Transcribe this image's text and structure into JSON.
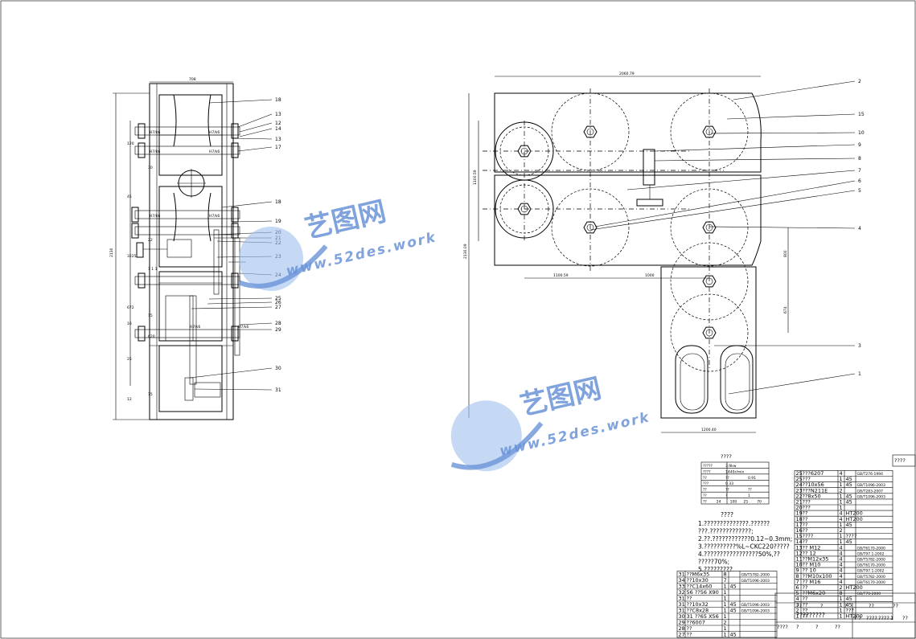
{
  "drawing": {
    "left_view": {
      "dim_top": "708",
      "dim_left": "2130",
      "small_dims": [
        "120",
        "30",
        "45",
        "22",
        "3225",
        "1 1 1",
        "672",
        "15",
        "16",
        "620",
        "25",
        "15",
        "12"
      ],
      "tolerances": [
        "H7/k6",
        "H7/k6",
        "H7/k6",
        "H7/k6",
        "H7/k6",
        "H7/k6",
        "H7/k6",
        "H7/k6"
      ],
      "callouts": [
        "18",
        "13",
        "12",
        "14",
        "13",
        "17",
        "18",
        "19",
        "20",
        "21",
        "22",
        "23",
        "24",
        "25",
        "26",
        "27",
        "28",
        "29",
        "30",
        "31"
      ]
    },
    "right_view": {
      "dim_top": "2060.79",
      "dim_left": "2130.09",
      "dim_left2": "1100.59",
      "dim_h1": "1100.59",
      "dim_h2": "1000",
      "dim_right1": "800",
      "dim_right2": "674",
      "dim_bottom": "1200.40",
      "callouts": [
        "2",
        "15",
        "10",
        "9",
        "8",
        "7",
        "6",
        "5",
        "4",
        "3",
        "1"
      ]
    }
  },
  "spec_table": {
    "title": "????",
    "rows": [
      [
        "?????",
        "3.9kw",
        ""
      ],
      [
        "????",
        "1440r/min",
        ""
      ],
      [
        "??",
        "??",
        "0.91"
      ],
      [
        "???",
        "0.33",
        ""
      ],
      [
        "??",
        "??",
        "??"
      ],
      [
        "??",
        "?",
        "1"
      ],
      [
        "??",
        "24",
        "100",
        "25",
        "70"
      ]
    ]
  },
  "notes": {
    "title": "????",
    "lines": [
      "1.??????????????.??????",
      "  ???.?????????????;",
      "2.??.????????????0.12~0.3mm;",
      "3.??????????%L~CKC220?????",
      "4.?????????????????50%,??",
      "  ?????70%;",
      "5.?????????"
    ]
  },
  "parts_left": [
    [
      "31",
      "??M6x35",
      "8",
      "",
      "GB/T5782-2000"
    ],
    [
      "34",
      "??10x30",
      "7",
      "",
      "GB/T1096-2003"
    ],
    [
      "33",
      "??C14x60",
      "1",
      "45",
      ""
    ],
    [
      "32",
      "56 ??56 X90",
      "1",
      "",
      ""
    ],
    [
      "31",
      "??",
      "1",
      "",
      ""
    ],
    [
      "31",
      "??10x32",
      "1",
      "45",
      "GB/T1096-2003"
    ],
    [
      "31",
      "??C8x28",
      "1",
      "45",
      "GB/T1096-2003"
    ],
    [
      "30",
      "31 ??65 X56",
      "1",
      "",
      ""
    ],
    [
      "29",
      "??6007",
      "2",
      "",
      ""
    ],
    [
      "28",
      "??",
      "1",
      "",
      ""
    ],
    [
      "27",
      "??",
      "1",
      "45",
      ""
    ]
  ],
  "parts_right": [
    [
      "25",
      "???6207",
      "4",
      "",
      "GB/T276-1994"
    ],
    [
      "25",
      "???",
      "1",
      "45",
      ""
    ],
    [
      "24",
      "??10x56",
      "1",
      "45",
      "GB/T1096-2003"
    ],
    [
      "23",
      "???N211E",
      "2",
      "",
      "GB/T283-2007"
    ],
    [
      "22",
      "??8x50",
      "1",
      "45",
      "GB/T1096-2003"
    ],
    [
      "21",
      "???",
      "1",
      "45",
      ""
    ],
    [
      "20",
      "???",
      "1",
      "",
      ""
    ],
    [
      "19",
      "??",
      "4",
      "HT200",
      ""
    ],
    [
      "18",
      "??",
      "4",
      "HT200",
      ""
    ],
    [
      "17",
      "??",
      "1",
      "45",
      ""
    ],
    [
      "16",
      "??",
      "2",
      "",
      ""
    ],
    [
      "15",
      "????",
      "1",
      "????",
      ""
    ],
    [
      "14",
      "??",
      "1",
      "45",
      ""
    ],
    [
      "13",
      "?? M12",
      "4",
      "",
      "GB/T6170-2000"
    ],
    [
      "12",
      "?? 12",
      "4",
      "",
      "GB/T97.1-2002"
    ],
    [
      "11",
      "??M12x35",
      "4",
      "",
      "GB/T5782-2000"
    ],
    [
      "10",
      "?? M10",
      "4",
      "",
      "GB/T6170-2000"
    ],
    [
      "9",
      "?? 10",
      "4",
      "",
      "GB/T97.1-2002"
    ],
    [
      "8",
      "??M10x100",
      "4",
      "",
      "GB/T5782-2000"
    ],
    [
      "7",
      "?? M16",
      "4",
      "",
      "GB/T6170-2000"
    ],
    [
      "6",
      "??",
      "2",
      "HT200",
      ""
    ],
    [
      "5",
      "??M6x20",
      "8",
      "",
      "GB/T70-2000"
    ],
    [
      "4",
      "??",
      "1",
      "45",
      ""
    ],
    [
      "3",
      "??",
      "1",
      "45",
      ""
    ],
    [
      "2",
      "??",
      "1",
      "???",
      ""
    ],
    [
      "1",
      "??",
      "1",
      "HT200",
      ""
    ]
  ],
  "title_block": {
    "header_right": "????",
    "col_a": [
      "??",
      "?",
      "?",
      "??",
      "??"
    ],
    "big_title": "?????????",
    "items": [
      "?  ?",
      "????",
      "????",
      "1",
      "??"
    ],
    "bottom": [
      "????",
      "?",
      "?",
      "??"
    ]
  },
  "watermark": {
    "brand": "艺图网",
    "url": "www.52des.work",
    "color": "#6a93d8"
  }
}
